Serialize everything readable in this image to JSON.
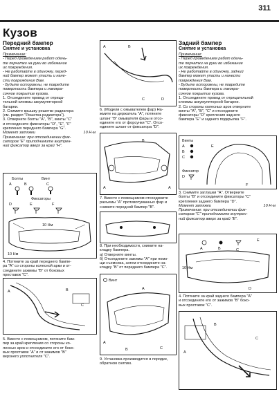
{
  "page_number": "311",
  "section_title": "Кузов",
  "left": {
    "title": "Передний бампер",
    "subtitle": "Снятие и установка",
    "note_head": "Примечание:",
    "notes": [
      "- Перед проведением работ одень-",
      "те перчатки на руки во избежание",
      "их повреждения.",
      "- Не работайте в одиночку, перед-",
      "ний бампер может упасть и нане-",
      "сти повреждения Вам.",
      "- Будьте осторожны, не повредите",
      "поверхность бампера и лакокра-",
      "сочное покрытие кузова."
    ],
    "steps": [
      "1. Отсоедините провод от отрица-",
      "тельной клеммы аккумуляторной",
      "батареи.",
      "2. Снимите крышку решетки радиатора",
      "(см. раздел \"Решетка радиатора\").",
      "3. Отверните болты \"A\", \"B\", винты \"C\"",
      "и отсоедините фиксаторы \"D\", \"E\", \"F\"",
      "крепления переднего бампера \"G\"."
    ],
    "torque_label": "Момент затяжки",
    "torque_value": "10 Н·м",
    "note2": [
      "Примечание: при отсоединении фик-",
      "саторов \"E\" приподнимите внутрен-",
      "ний фиксатор вверх за край \"H\"."
    ],
    "step4": [
      "4. Потяните за край переднего бампе-",
      "ра \"A\" со стороны колесной арки и от-",
      "соедините зажимы \"B\" от боковых",
      "проставок \"C\"."
    ],
    "step5": [
      "5. Вместе с помощником, потяните бам-",
      "пер за край крепления со стороны ко-",
      "лесных арок и отсоедините его от боко-",
      "вых проставок \"A\" и от зажимов \"B\"",
      "верхнего уплотнителя \"C\"."
    ],
    "fig_legend": {
      "bolts": "Болты",
      "screw": "Винт",
      "fixators": "Фиксаторы",
      "a": "A",
      "b": "B",
      "c": "C",
      "d": "D",
      "e": "E",
      "f": "F",
      "torque": "10 Нм"
    }
  },
  "middle": {
    "step6": [
      "6. (Модели с омывателем фар) Нa-",
      "жмите на держатель \"A\", потяните",
      "шланг \"B\" омывателя фары и отсо-",
      "едините его от форсунки \"C\". Отсо-",
      "едините шланг от фиксатора \"D\"."
    ],
    "step7": [
      "7. Вместе с помощником отсоедините",
      "разъемы \"A\" противотуманных фар и",
      "снимите передний бампер \"B\"."
    ],
    "step8": [
      "8. При необходимости, снимите на-",
      "кладку бампера.",
      "а) Отверните винты.",
      "б) Отсоедините зажимы \"A\" при помо-",
      "щи съемника, затем отсоедините на-",
      "кладку \"B\" от переднего бампера \"C\"."
    ],
    "step9": [
      "9. Установка производится в порядке,",
      "обратном снятию."
    ],
    "screw_label": "Винт"
  },
  "right": {
    "title": "Задний бампер",
    "subtitle": "Снятие и установка",
    "note_head": "Примечание:",
    "notes": [
      "- Перед проведением работ одень-",
      "те перчатки на руки во избежание",
      "их повреждения.",
      "- Не работайте в одиночку, задний",
      "бампер может упасть и нанести",
      "повреждения Вам.",
      "- Будьте осторожны, не повредите",
      "поверхность бампера и лакокра-",
      "сочное покрытие кузова."
    ],
    "step1": [
      "1. Отсоедините провод от отрицательной",
      "клеммы аккумуляторной батареи."
    ],
    "step2": [
      "2. Со стороны колесных арок отверните",
      "винты \"A\", \"B\", \"C\" и отсоедините",
      "фиксаторы \"D\" крепления заднего",
      "бампера \"E\" и заднего подкрылка \"F\"."
    ],
    "step3": [
      "3. Снимите заглушки \"A\". Отверните",
      "болты \"B\" и отсоедините фиксаторы \"C\"",
      "крепления заднего бампера \"D\"."
    ],
    "torque_label": "Момент затяжки",
    "torque_value": "10 Н·м",
    "note2": [
      "Примечание: при отсоединении фик-",
      "саторов \"C\" приподнимите внутрен-",
      "ний фиксатор вверх за край \"E\"."
    ],
    "step4": [
      "4. Потяните за край заднего бампера \"A\"",
      "и отсоедините его от зажимов \"B\" боко-",
      "вых проставок \"C\"."
    ],
    "fig_legend": {
      "screws": "Винты",
      "fixator": "Фиксатор",
      "e": "E",
      "torque": "10 Нм"
    }
  }
}
